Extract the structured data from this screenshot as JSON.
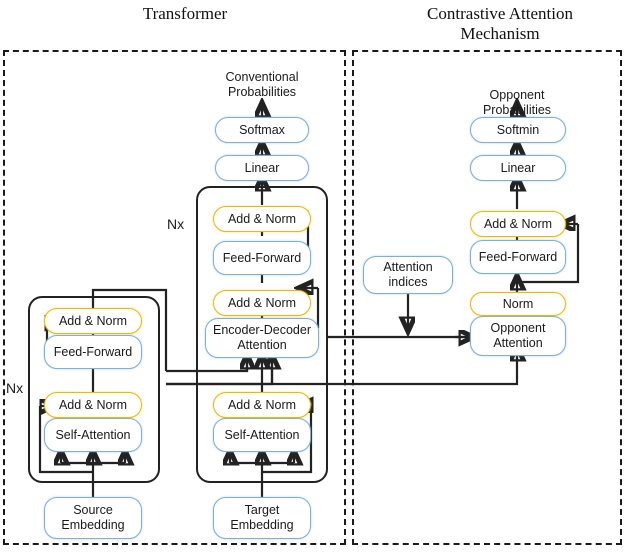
{
  "figure": {
    "titles": {
      "left": "Transformer",
      "right": "Contrastive Attention\nMechanism"
    },
    "repeat_labels": {
      "encoder": "Nx",
      "decoder": "Nx"
    },
    "colors": {
      "blue_border": "#7FAEDB",
      "yellow_border": "#F2B705",
      "wire": "#222222",
      "panel_border": "#1A1A1A",
      "background": "#FFFFFF"
    },
    "outputs": {
      "conventional": "Conventional\nProbabilities",
      "opponent": "Opponent\nProbabilities"
    },
    "encoder": {
      "embedding": "Source\nEmbedding",
      "self_attention": "Self-Attention",
      "add_norm_1": "Add & Norm",
      "feed_forward": "Feed-Forward",
      "add_norm_2": "Add & Norm"
    },
    "decoder": {
      "embedding": "Target\nEmbedding",
      "self_attention": "Self-Attention",
      "add_norm_1": "Add & Norm",
      "cross_attention": "Encoder-Decoder\nAttention",
      "add_norm_2": "Add & Norm",
      "feed_forward": "Feed-Forward",
      "add_norm_3": "Add & Norm",
      "linear": "Linear",
      "softmax": "Softmax"
    },
    "contrastive": {
      "attention_indices": "Attention\nindices",
      "opponent_attention": "Opponent\nAttention",
      "norm": "Norm",
      "feed_forward": "Feed-Forward",
      "add_norm": "Add & Norm",
      "linear": "Linear",
      "softmin": "Softmin"
    }
  }
}
